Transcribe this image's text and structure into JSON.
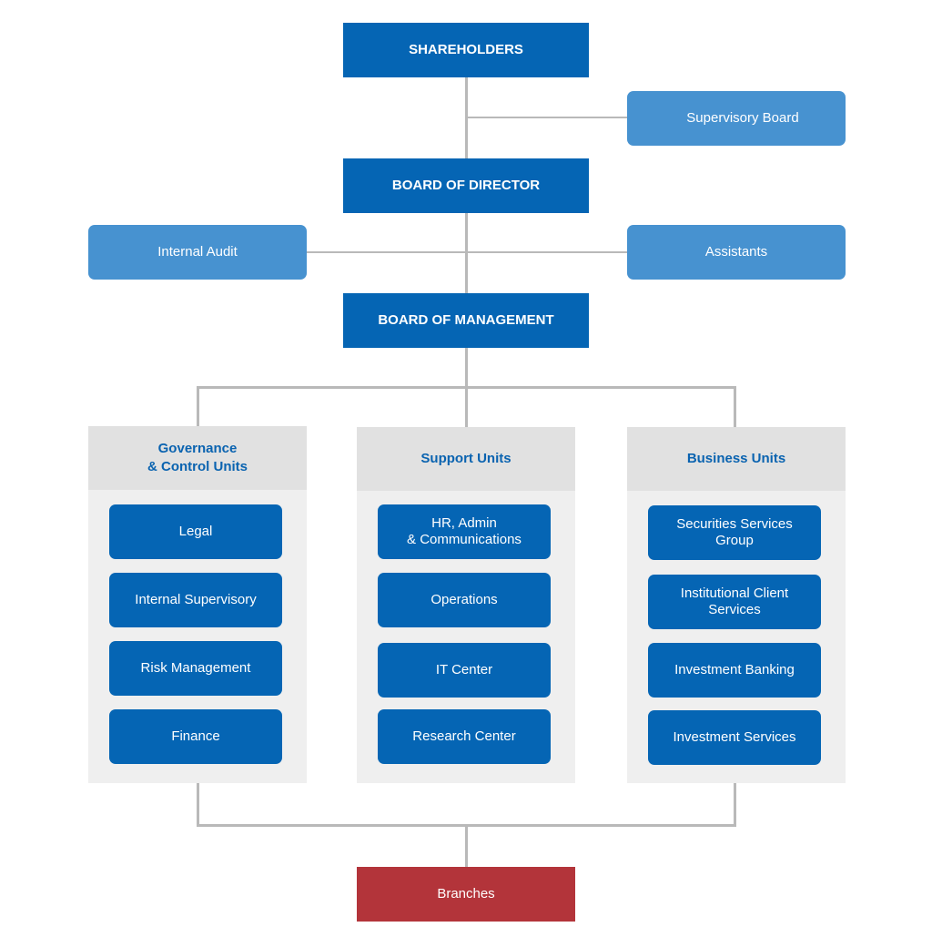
{
  "top": {
    "shareholders": "SHAREHOLDERS",
    "supervisory_board": "Supervisory Board",
    "board_of_director": "BOARD OF DIRECTOR",
    "internal_audit": "Internal Audit",
    "assistants": "Assistants",
    "board_of_management": "BOARD OF MANAGEMENT"
  },
  "groups": [
    {
      "title": "Governance\n& Control Units",
      "units": [
        "Legal",
        "Internal Supervisory",
        "Risk Management",
        "Finance"
      ]
    },
    {
      "title": "Support Units",
      "units": [
        "HR, Admin\n& Communications",
        "Operations",
        "IT Center",
        "Research Center"
      ]
    },
    {
      "title": "Business Units",
      "units": [
        "Securities Services\nGroup",
        "Institutional Client\nServices",
        "Investment Banking",
        "Investment Services"
      ]
    }
  ],
  "bottom": {
    "branches": "Branches"
  },
  "colors": {
    "dark_blue": "#0565b4",
    "light_blue": "#4792d0",
    "panel_header": "#e1e1e1",
    "panel_body": "#efefef",
    "branches_red": "#b3343a",
    "connector": "#b9b9b9"
  }
}
